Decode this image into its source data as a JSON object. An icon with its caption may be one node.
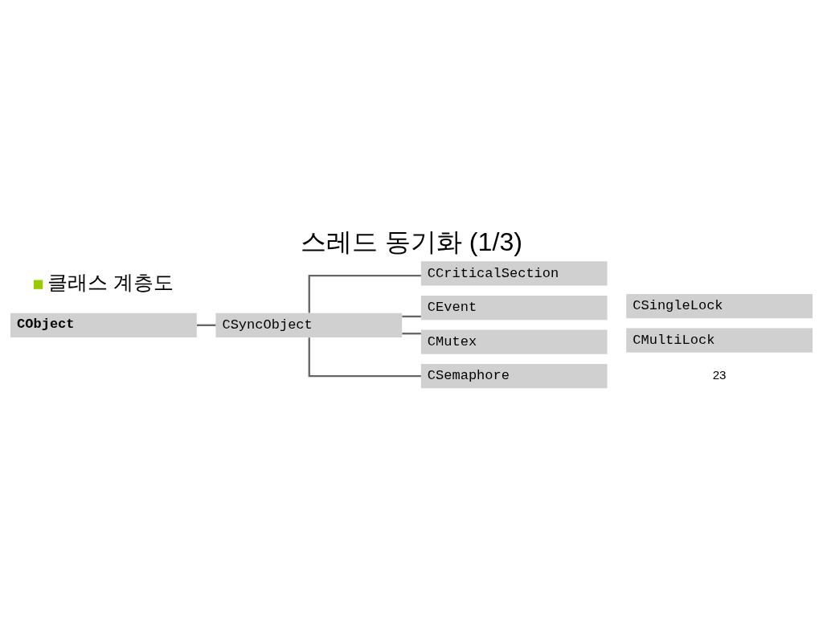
{
  "diagram": {
    "title": "스레드 동기화 (1/3)",
    "nodes": [
      {
        "text": [
          "CObject"
        ]
      },
      {
        "text": [
          "CSyncObject"
        ]
      },
      {
        "text": [
          "CCriticalSection"
        ]
      },
      {
        "text": [
          "CEvent"
        ]
      },
      {
        "text": [
          "CMutex"
        ]
      },
      {
        "text": [
          "CSemaphore"
        ]
      },
      {
        "text": [
          "CSingleLock"
        ]
      },
      {
        "text": [
          "CMultiLock"
        ]
      }
    ],
    "edges": [
      {
        "from": 0,
        "to": 1,
        "arrow": "none"
      },
      {
        "from": 1,
        "to": 2,
        "arrow": "none"
      },
      {
        "from": 1,
        "to": 3,
        "arrow": "none"
      },
      {
        "from": 1,
        "to": 4,
        "arrow": "none"
      },
      {
        "from": 1,
        "to": 5,
        "arrow": "none"
      }
    ],
    "labels": [
      "클래스 계층도",
      "23"
    ]
  }
}
